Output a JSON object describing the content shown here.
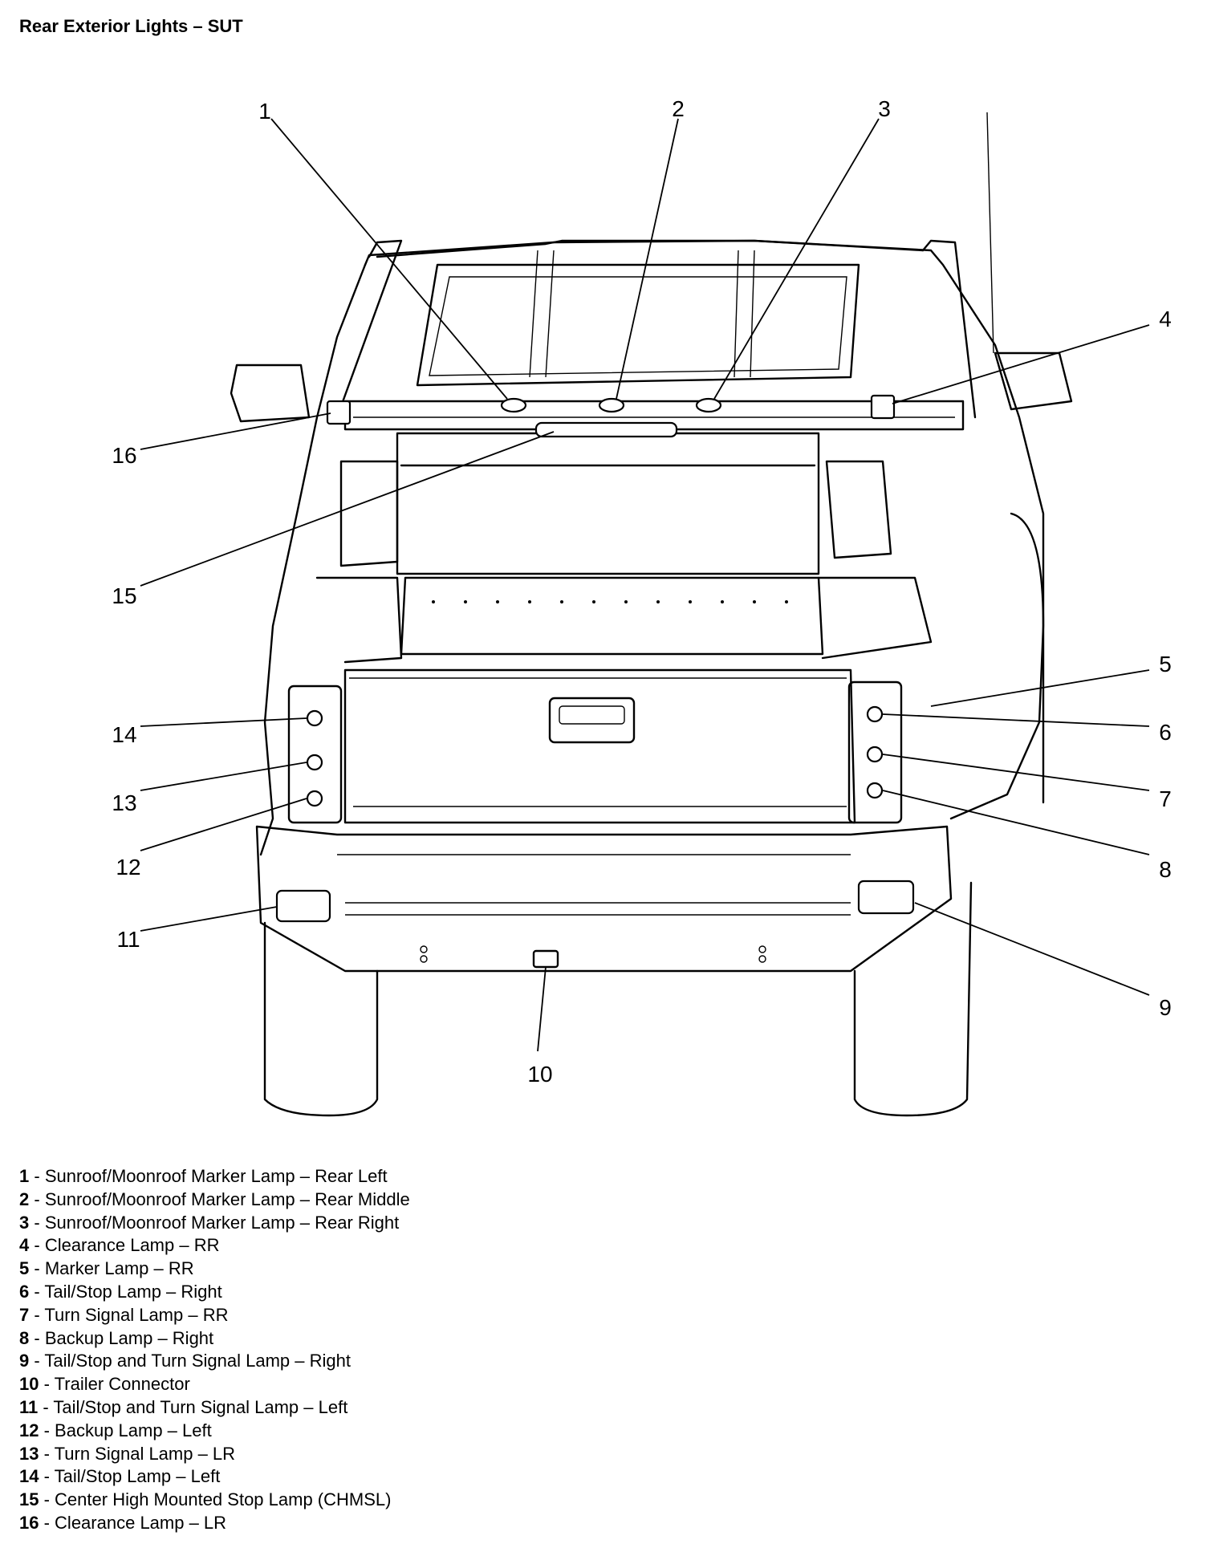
{
  "title": "Rear Exterior Lights – SUT",
  "callouts": [
    {
      "num": "1",
      "name": "Sunroof/Moonroof Marker Lamp – Rear Left"
    },
    {
      "num": "2",
      "name": "Sunroof/Moonroof Marker Lamp – Rear Middle"
    },
    {
      "num": "3",
      "name": "Sunroof/Moonroof Marker Lamp – Rear Right"
    },
    {
      "num": "4",
      "name": "Clearance Lamp – RR"
    },
    {
      "num": "5",
      "name": "Marker Lamp – RR"
    },
    {
      "num": "6",
      "name": "Tail/Stop Lamp – Right"
    },
    {
      "num": "7",
      "name": "Turn Signal Lamp – RR"
    },
    {
      "num": "8",
      "name": "Backup Lamp – Right"
    },
    {
      "num": "9",
      "name": "Tail/Stop and Turn Signal Lamp – Right"
    },
    {
      "num": "10",
      "name": "Trailer Connector"
    },
    {
      "num": "11",
      "name": "Tail/Stop and Turn Signal Lamp – Left"
    },
    {
      "num": "12",
      "name": "Backup Lamp – Left"
    },
    {
      "num": "13",
      "name": "Turn Signal Lamp – LR"
    },
    {
      "num": "14",
      "name": "Tail/Stop Lamp – Left"
    },
    {
      "num": "15",
      "name": "Center High Mounted Stop Lamp (CHMSL)"
    },
    {
      "num": "16",
      "name": "Clearance Lamp – LR"
    }
  ]
}
